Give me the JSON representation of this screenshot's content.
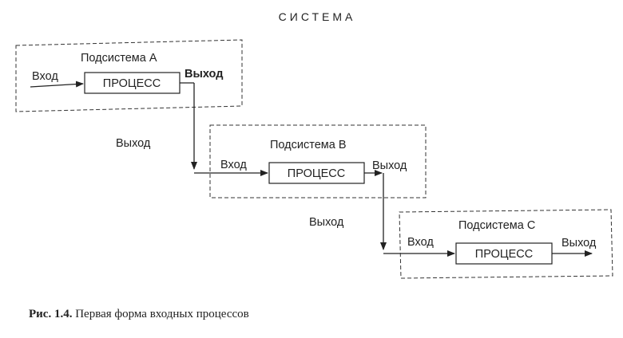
{
  "title": "СИСТЕМА",
  "subsystems": [
    {
      "name": "Подсистема A",
      "input": "Вход",
      "process": "ПРОЦЕСС",
      "output": "Выход"
    },
    {
      "name": "Подсистема B",
      "input": "Вход",
      "process": "ПРОЦЕСС",
      "output": "Выход"
    },
    {
      "name": "Подсистема C",
      "input": "Вход",
      "process": "ПРОЦЕСС",
      "output": "Выход"
    }
  ],
  "connectors": [
    {
      "label": "Выход"
    },
    {
      "label": "Выход"
    }
  ],
  "caption": {
    "number": "Рис. 1.4.",
    "text": "Первая форма входных процессов"
  }
}
